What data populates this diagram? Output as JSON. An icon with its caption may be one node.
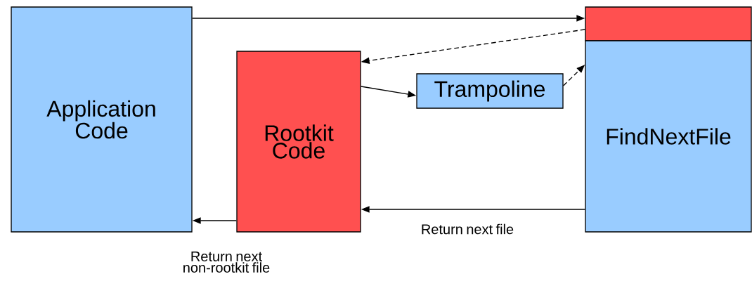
{
  "diagram": {
    "nodes": [
      {
        "text": [
          "Application Code"
        ]
      },
      {
        "text": [
          "Rootkit Code"
        ]
      },
      {
        "text": [
          "Trampoline"
        ]
      },
      {
        "text": [],
        "shape": "box"
      },
      {
        "text": [
          "FindNextFile"
        ]
      }
    ],
    "edges": [
      {
        "from": 0,
        "to": 3,
        "arrow": "to"
      },
      {
        "from": 3,
        "to": 1,
        "arrow": "to",
        "style": "dashed"
      },
      {
        "from": 1,
        "to": 2,
        "arrow": "to"
      },
      {
        "from": 2,
        "to": 4,
        "arrow": "to",
        "style": "dashed"
      },
      {
        "from": 4,
        "to": 1,
        "arrow": "to",
        "label": "Return next file"
      },
      {
        "from": 1,
        "to": 0,
        "arrow": "to",
        "label": "Return next non-rootkit file"
      }
    ]
  }
}
